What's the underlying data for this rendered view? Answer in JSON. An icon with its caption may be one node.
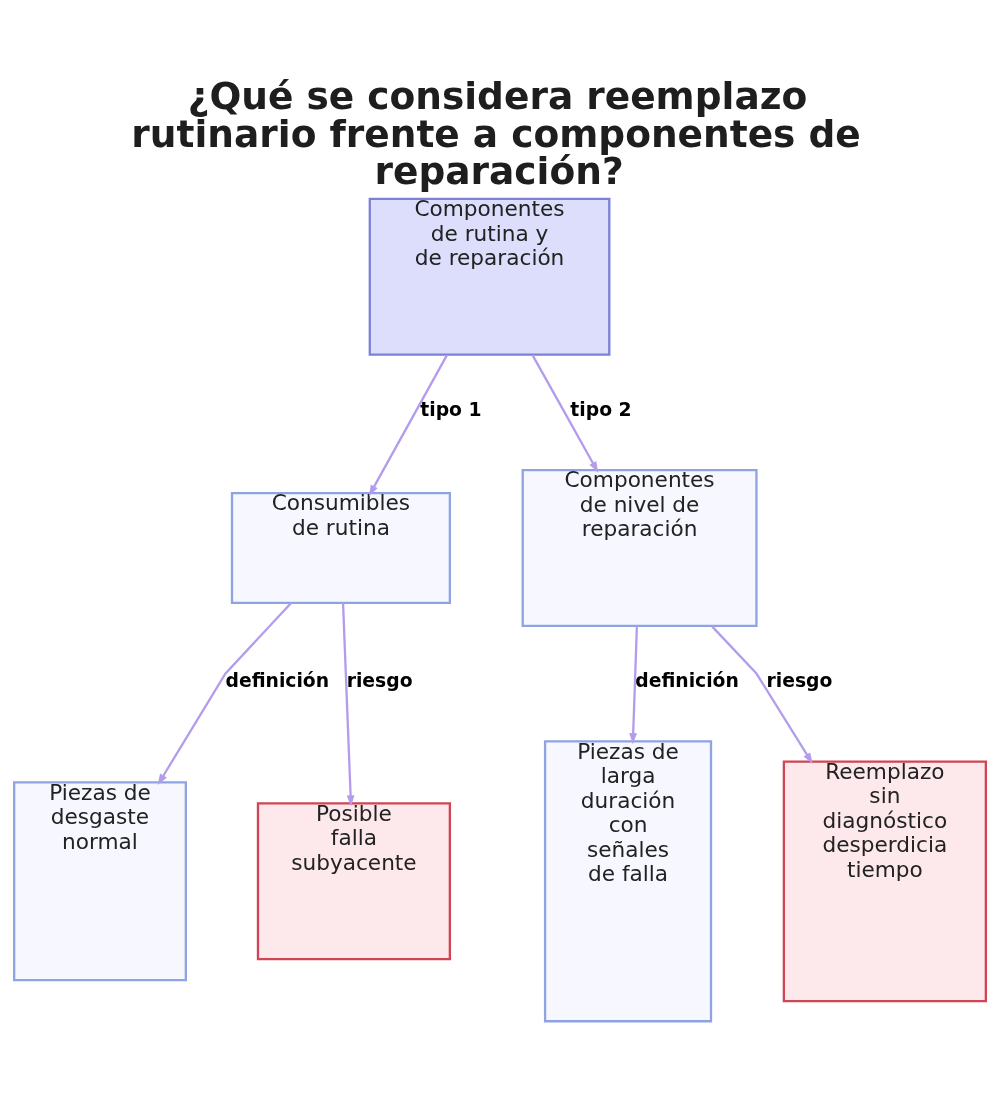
{
  "diagram": {
    "title": "¿Qué se considera reemplazo rutinario frente a componentes de reparación?",
    "nodes": [
      {
        "text": [
          "Componentes de rutina y de reparación"
        ]
      },
      {
        "text": [
          "Consumibles de rutina"
        ]
      },
      {
        "text": [
          "Componentes de nivel de reparación"
        ]
      },
      {
        "text": [
          "Piezas de desgaste normal"
        ]
      },
      {
        "text": [
          "Posible falla subyacente"
        ]
      },
      {
        "text": [
          "Piezas de larga duración con señales de falla"
        ]
      },
      {
        "text": [
          "Reemplazo sin diagnóstico desperdicia tiempo"
        ]
      }
    ],
    "edges": [
      {
        "from": 0,
        "to": 1,
        "arrow": "to",
        "label": "tipo 1"
      },
      {
        "from": 0,
        "to": 2,
        "arrow": "to",
        "label": "tipo 2"
      },
      {
        "from": 1,
        "to": 3,
        "arrow": "to",
        "label": "definición"
      },
      {
        "from": 1,
        "to": 4,
        "arrow": "to",
        "label": "riesgo"
      },
      {
        "from": 2,
        "to": 5,
        "arrow": "to",
        "label": "definición"
      },
      {
        "from": 2,
        "to": 6,
        "arrow": "to",
        "label": "riesgo"
      }
    ]
  }
}
